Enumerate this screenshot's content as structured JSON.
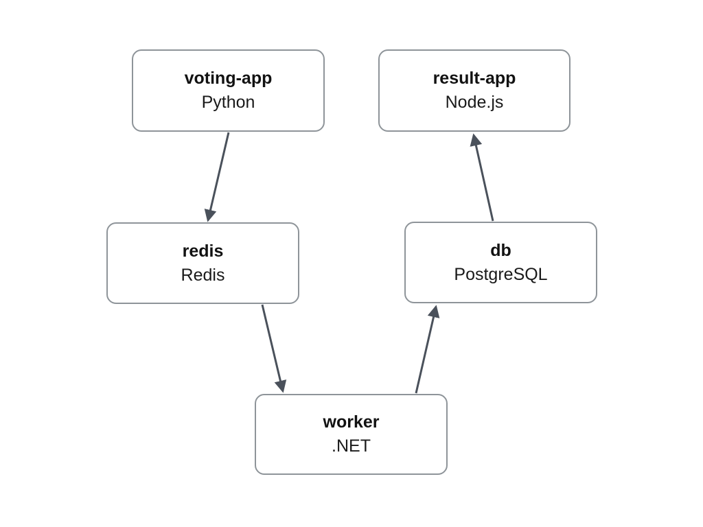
{
  "diagram": {
    "nodes": [
      {
        "id": "voting-app",
        "title": "voting-app",
        "subtitle": "Python"
      },
      {
        "id": "result-app",
        "title": "result-app",
        "subtitle": "Node.js"
      },
      {
        "id": "redis",
        "title": "redis",
        "subtitle": "Redis"
      },
      {
        "id": "db",
        "title": "db",
        "subtitle": "PostgreSQL"
      },
      {
        "id": "worker",
        "title": "worker",
        "subtitle": ".NET"
      }
    ],
    "edges": [
      {
        "from": "voting-app",
        "to": "redis"
      },
      {
        "from": "redis",
        "to": "worker"
      },
      {
        "from": "worker",
        "to": "db"
      },
      {
        "from": "db",
        "to": "result-app"
      }
    ],
    "colors": {
      "background": "#ffffff",
      "node_border": "#8e9499",
      "node_fill": "#ffffff",
      "arrow": "#4a515b",
      "text": "#121212"
    }
  }
}
